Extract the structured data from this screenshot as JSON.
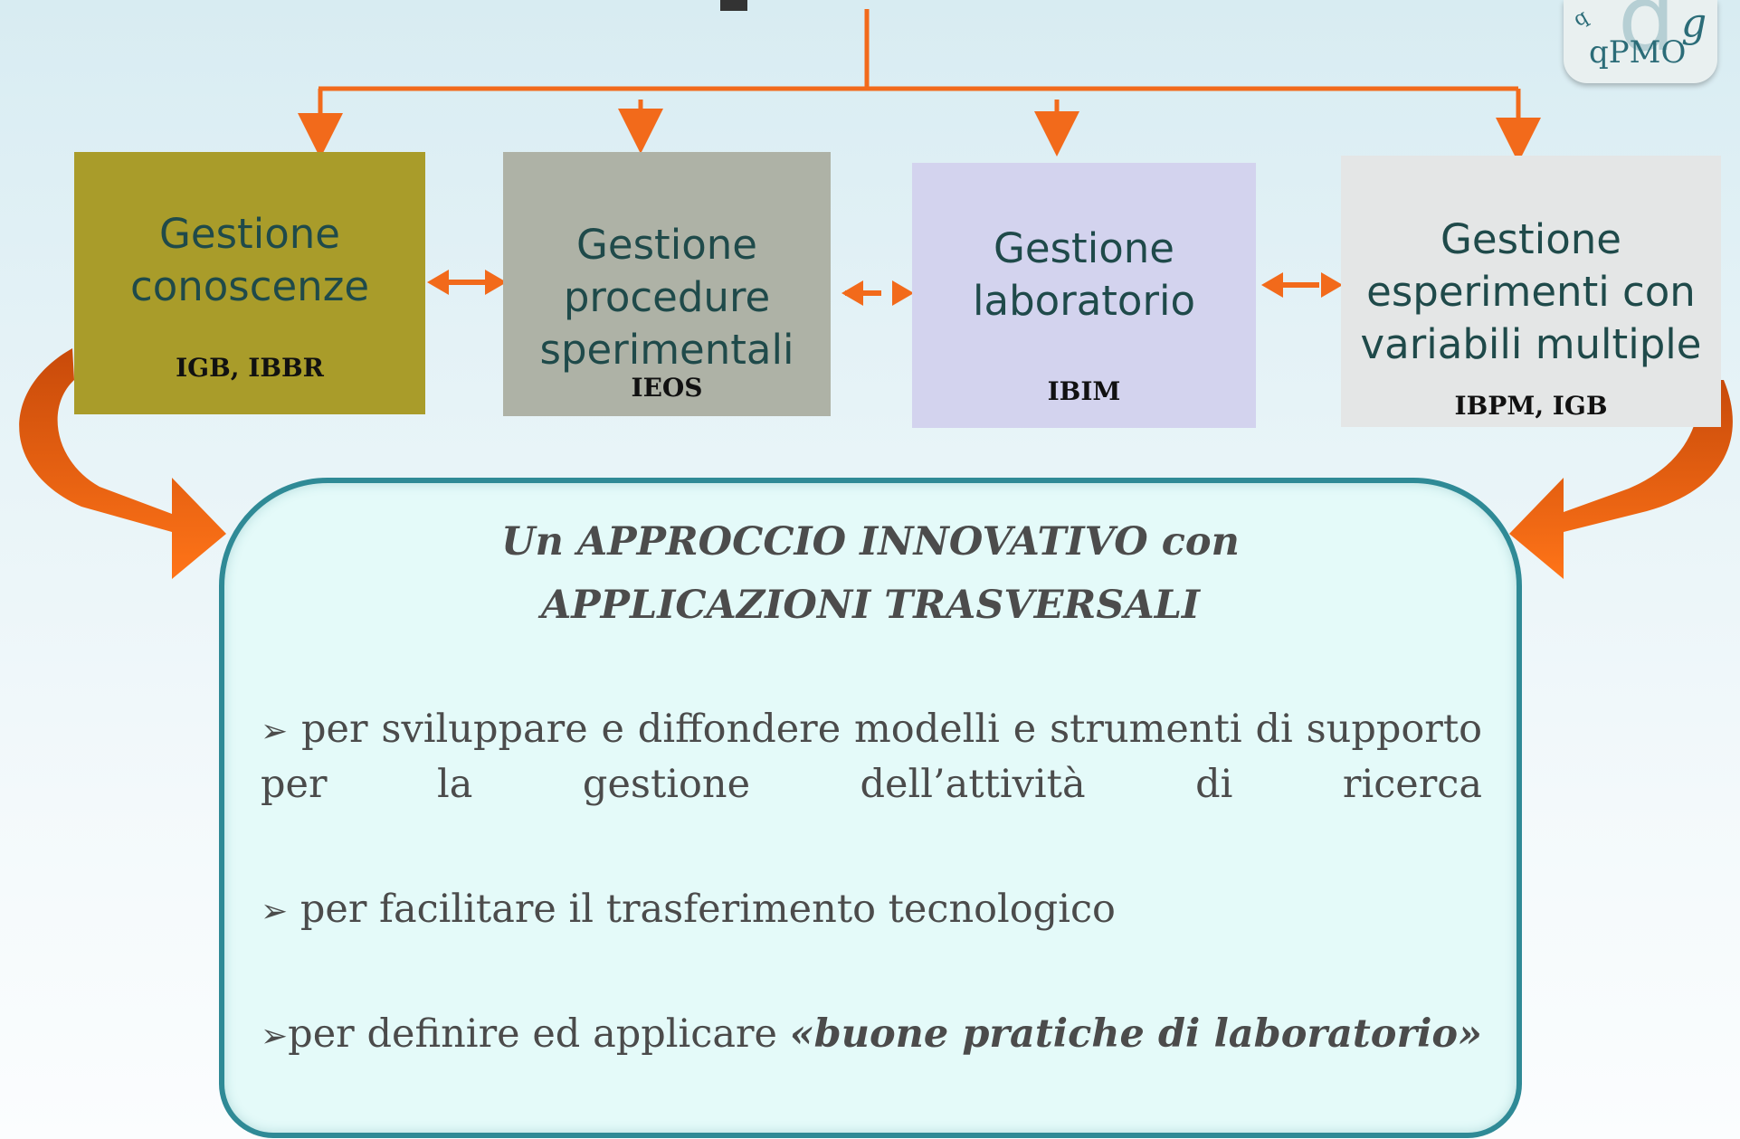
{
  "diagram": {
    "boxes": [
      {
        "title": "Gestione\nconoscenze",
        "tag": "IGB, IBBR",
        "color": "#a99c2a"
      },
      {
        "title": "Gestione\nprocedure\nsperimentali",
        "tag": "IEOS",
        "color": "#aeb2a6"
      },
      {
        "title": "Gestione\nlaboratorio",
        "tag": "IBIM",
        "color": "#d3d3ee"
      },
      {
        "title": "Gestione\nesperimenti con\nvariabili multiple",
        "tag": "IBPM, IGB",
        "color": "#e4e6e6"
      }
    ],
    "connector_color": "#f26a1b"
  },
  "main": {
    "headline_line1": "Un APPROCCIO INNOVATIVO con",
    "headline_line2": "APPLICAZIONI TRASVERSALI",
    "bullet_marker": "➢",
    "bullet1": "per sviluppare e diffondere modelli e strumenti  di supporto per la gestione dell’attività di ricerca",
    "bullet2": "per facilitare il trasferimento tecnologico",
    "bullet3_plain": "per definire ed applicare",
    "bullet3_emph": "«buone pratiche di laboratorio»"
  },
  "logo": {
    "small": "q",
    "letter": "d",
    "g": "g",
    "word": "qPMO"
  }
}
